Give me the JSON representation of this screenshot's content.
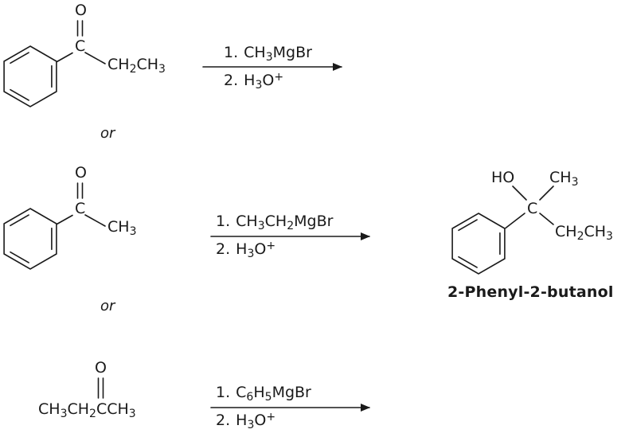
{
  "figure": {
    "type": "reaction-scheme",
    "description": "Three Grignard routes to the same tertiary alcohol"
  },
  "colors": {
    "ink": "#1a1a1a",
    "background": "#ffffff"
  },
  "routes": {
    "route1": {
      "reactant": {
        "oxygen": "O",
        "carbon": "C",
        "group_right": "CH2CH3"
      },
      "conditions": {
        "step1_num": "1.",
        "step1": "CH3MgBr",
        "step2_num": "2.",
        "step2": "H3O+"
      },
      "or_divider": "or"
    },
    "route2": {
      "reactant": {
        "oxygen": "O",
        "carbon": "C",
        "group_right": "CH3"
      },
      "conditions": {
        "step1_num": "1.",
        "step1": "CH3CH2MgBr",
        "step2_num": "2.",
        "step2": "H3O+"
      },
      "or_divider": "or"
    },
    "route3": {
      "reactant": {
        "formula": "CH3CH2CCH3",
        "oxygen": "O"
      },
      "conditions": {
        "step1_num": "1.",
        "step1": "C6H5MgBr",
        "step2_num": "2.",
        "step2": "H3O+"
      }
    }
  },
  "product": {
    "hydroxyl": "HO",
    "methyl": "CH3",
    "carbon": "C",
    "ethyl": "CH2CH3",
    "name": "2-Phenyl-2-butanol"
  }
}
